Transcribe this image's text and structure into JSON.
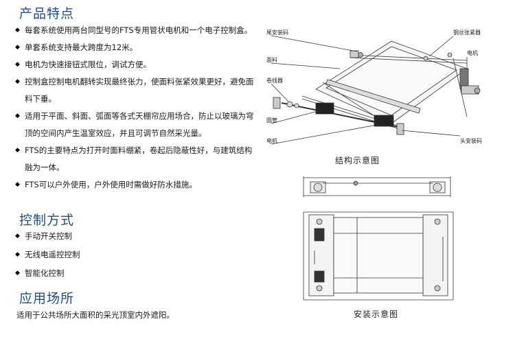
{
  "sections": [
    {
      "title": "产品特点"
    },
    {
      "title": "控制方式"
    },
    {
      "title": "应用场所"
    }
  ],
  "features": [
    "每套系统使用两台同型号的FTS专用管状电机和一个电子控制盒。",
    "单套系统支持最大跨度为12米。",
    "电机为快速接钮式限位，调试方便。",
    "控制盒控制电机翻转实现最终张力，使面料张紧效果更好，避免面",
    "料下垂。",
    "适用于平面、斜面、弧面等各式天棚帘应用场合，防止以玻璃为穹",
    "顶的空间内产生温室效应，并且可调节自然采光量。",
    "FTS的主要特点为打开时面料绷紧，卷起后隐蔽性好，与建筑结构",
    "融为一体。",
    "FTS可以户外使用，户外使用时需做好防水措施。"
  ],
  "controls": [
    "手动开关控制",
    "无线电遥控控制",
    "智能化控制"
  ],
  "application": "适用于公共场所大面积的采光顶室内外遮阳。",
  "diagram": {
    "labels": {
      "tail_bracket": "尾安装码",
      "fabric": "面料",
      "winder": "卷线器",
      "tube": "圆管",
      "motor_left": "电机",
      "tensioner": "钢丝张紧器",
      "motor_right": "电机",
      "head_bracket": "头安装码"
    },
    "structure_caption": "结构示意图",
    "install_caption": "安装示意图"
  },
  "colors": {
    "heading": "#1f4f8a"
  }
}
